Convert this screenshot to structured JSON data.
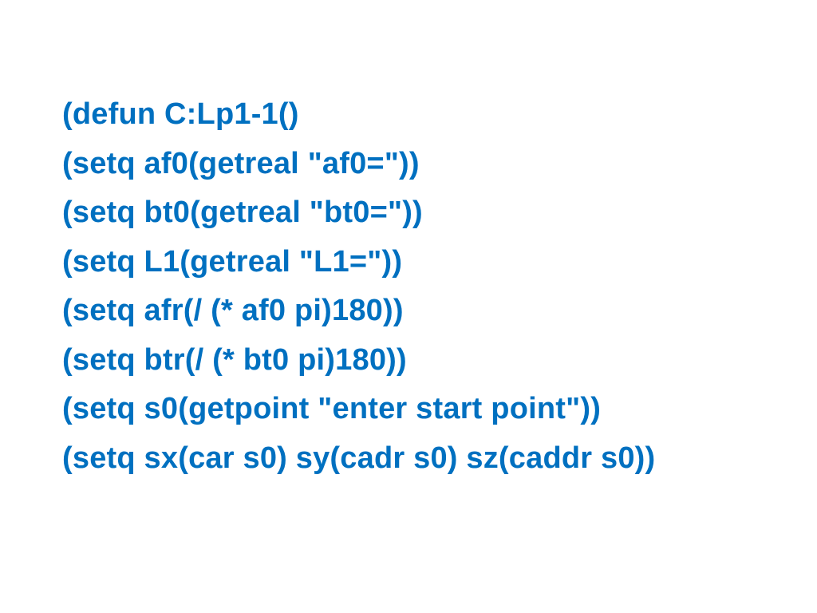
{
  "colors": {
    "background": "#ffffff",
    "code_text": "#0070c0"
  },
  "code": {
    "lines": [
      "(defun C:Lp1-1()",
      "(setq af0(getreal \"af0=\"))",
      "(setq bt0(getreal \"bt0=\"))",
      "(setq L1(getreal \"L1=\"))",
      "(setq afr(/ (* af0 pi)180))",
      "(setq btr(/ (* bt0 pi)180))",
      "(setq s0(getpoint \"enter start point\"))",
      "(setq sx(car s0) sy(cadr s0) sz(caddr s0))"
    ]
  }
}
